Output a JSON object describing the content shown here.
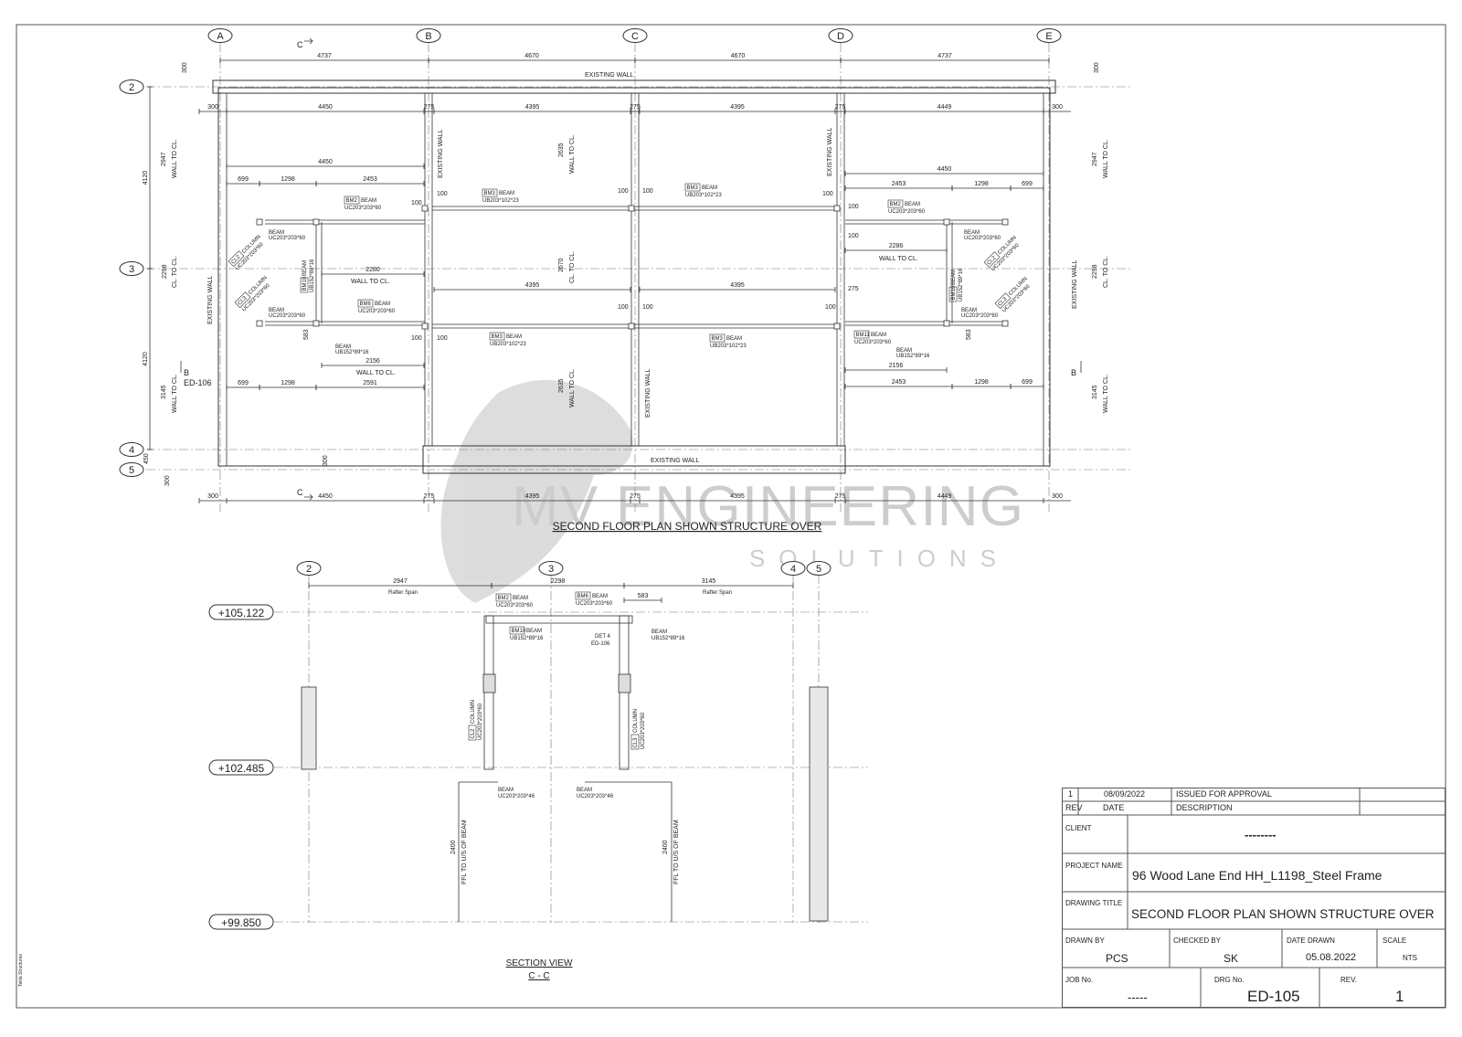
{
  "plan": {
    "title": "SECOND FLOOR PLAN SHOWN STRUCTURE OVER",
    "grid_x": [
      "A",
      "B",
      "C",
      "D",
      "E"
    ],
    "grid_y": [
      "2",
      "3",
      "4",
      "5"
    ],
    "top_dims": [
      "4737",
      "4670",
      "4670",
      "4737"
    ],
    "top_300_left": "300",
    "top_300_right": "300",
    "inner_dims": [
      "300",
      "4450",
      "275",
      "4395",
      "275",
      "4395",
      "275",
      "4449",
      "300"
    ],
    "bottom_dims": [
      "300",
      "4450",
      "275",
      "4395",
      "275",
      "4395",
      "275",
      "4449",
      "300"
    ],
    "left_dims": [
      "4120",
      "4120",
      "450",
      "300"
    ],
    "right_300": "300",
    "existing_wall": "EXISTING WALL",
    "wall_to_cl": "WALL TO CL.",
    "cl_to_cl": "CL. TO CL.",
    "left_bay": {
      "dim_4450": "4450",
      "dim_699": "699",
      "dim_1298": "1298",
      "dim_2453": "2453",
      "dim_2280": "2280",
      "dim_2156": "2156",
      "dim_2591": "2591",
      "dim_699b": "699",
      "dim_1298b": "1298",
      "dim_583": "583",
      "dim_100a": "100",
      "dim_100b": "100",
      "v2947": "2947",
      "v2298": "2298",
      "v3145": "3145"
    },
    "right_bay": {
      "dim_4450": "4450",
      "dim_2453": "2453",
      "dim_1298": "1298",
      "dim_699": "699",
      "dim_2286": "2286",
      "dim_2156": "2156",
      "dim_2453b": "2453",
      "dim_1298b": "1298",
      "dim_699b": "699",
      "dim_583": "583",
      "dim_100a": "100",
      "dim_100b": "100",
      "dim_275": "275",
      "v2947": "2947",
      "v2298": "2298",
      "v3145": "3145"
    },
    "mid": {
      "v2635a": "2635",
      "v2670": "2670",
      "v2635b": "2635",
      "d4395a": "4395",
      "d4395b": "4395",
      "d100a": "100",
      "d100b": "100",
      "d100c": "100",
      "d100d": "100",
      "d100e": "100"
    },
    "tags": {
      "bm2": "BM2",
      "bm3": "BM3",
      "bm6": "BM6",
      "bm10": "BM10",
      "bm11": "BM11",
      "cl2": "CL2",
      "cl3": "CL3",
      "beam": "BEAM",
      "column": "COLUMN",
      "uc60": "UC203*203*60",
      "ub23": "UB203*102*23",
      "ub16": "UB152*89*16"
    },
    "section_marker": "C",
    "b_marker": "B",
    "b_ref": "ED-106",
    "dim_300": "300",
    "dim_450": "450"
  },
  "section": {
    "title": "SECTION VIEW",
    "subtitle": "C - C",
    "grid": [
      "2",
      "3",
      "4",
      "5"
    ],
    "levels": [
      "+105.122",
      "+102.485",
      "+99.850"
    ],
    "dims": {
      "d2947": "2947",
      "d2298": "2298",
      "d3145": "3145",
      "rafter": "Rafter Span",
      "d583": "583",
      "d2400": "2400"
    },
    "fll": "FFL TO U/S OF BEAM",
    "det": "DET 4",
    "det_ref": "ED-106",
    "uc46": "UC203*203*46"
  },
  "watermark": {
    "main": "MV ENGINEERING",
    "sub": "SOLUTIONS"
  },
  "side_note": "Tekla Structures",
  "title_block": {
    "rev_no": "1",
    "rev_date": "08/09/2022",
    "rev_desc": "ISSUED FOR APPROVAL",
    "h_rev": "REV",
    "h_date": "DATE",
    "h_desc": "DESCRIPTION",
    "client_label": "CLIENT",
    "client_value": "--------",
    "project_label": "PROJECT NAME",
    "project_value": "96 Wood Lane End HH_L1198_Steel Frame",
    "drawing_label": "DRAWING TITLE",
    "drawing_value": "SECOND FLOOR PLAN SHOWN STRUCTURE OVER",
    "drawn_label": "DRAWN BY",
    "drawn_value": "PCS",
    "checked_label": "CHECKED BY",
    "checked_value": "SK",
    "date_label": "DATE DRAWN",
    "date_value": "05.08.2022",
    "scale_label": "SCALE",
    "scale_value": "NTS",
    "job_label": "JOB No.",
    "job_value": "-----",
    "drg_label": "DRG No.",
    "drg_value": "ED-105",
    "rev_label": "REV.",
    "rev_value": "1"
  }
}
